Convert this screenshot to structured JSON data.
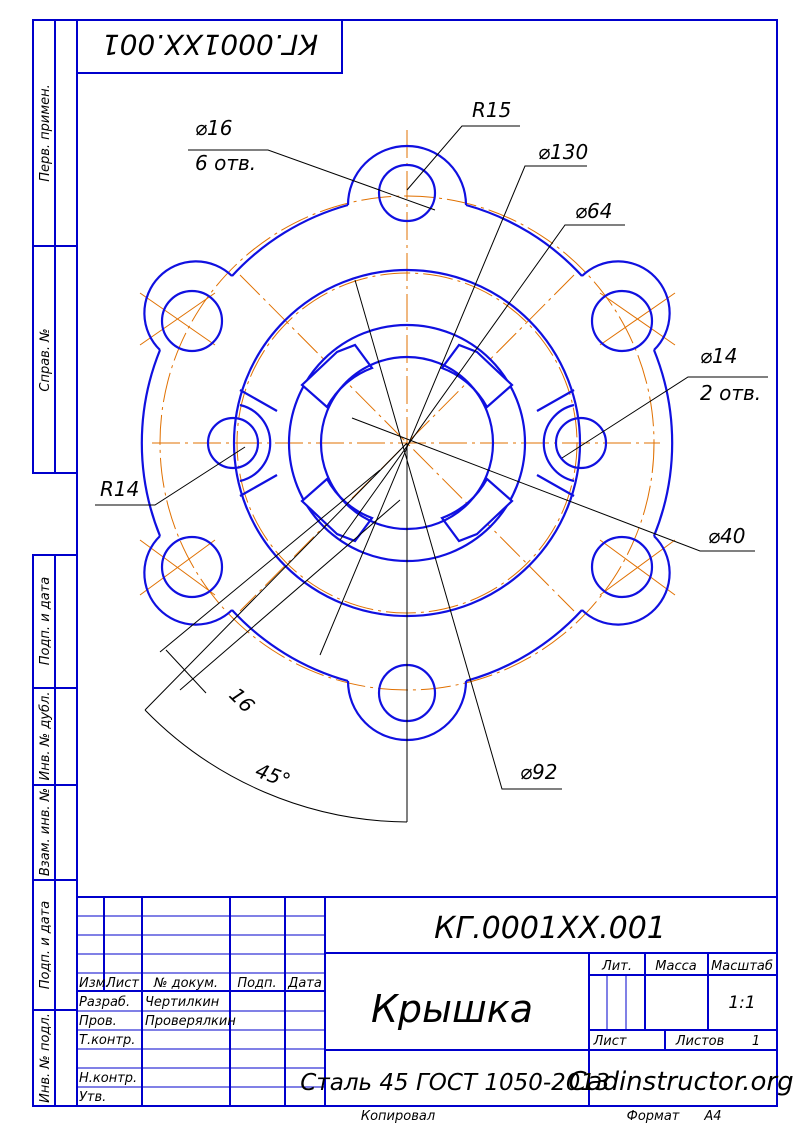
{
  "top_stamp": {
    "designation_mirrored": "КГ.0001XX.001"
  },
  "side_labels": {
    "perv_primen": "Перв. примен.",
    "sprav_no": "Справ. №",
    "podp_data_1": "Подп. и дата",
    "inv_dubl": "Инв. № дубл.",
    "vzam_inv": "Взам. инв. №",
    "podp_data_2": "Подп. и дата",
    "inv_podl": "Инв. № подл."
  },
  "dimensions": {
    "holes6": {
      "diameter": "⌀16",
      "count": "6 отв."
    },
    "r15": "R15",
    "d130": "⌀130",
    "d64": "⌀64",
    "holes2": {
      "diameter": "⌀14",
      "count": "2 отв."
    },
    "d40": "⌀40",
    "r14": "R14",
    "d92": "⌀92",
    "width16": "16",
    "angle": "45°"
  },
  "title_block": {
    "designation": "КГ.0001XX.001",
    "part_name": "Крышка",
    "material": "Сталь 45 ГОСТ 1050-2013",
    "organization": "Cadinstructor.org",
    "headers": {
      "izm": "Изм.",
      "list": "Лист",
      "doc_no": "№ докум.",
      "sign": "Подп.",
      "date": "Дата",
      "lit": "Лит.",
      "mass": "Масса",
      "scale": "Масштаб",
      "sheet": "Лист",
      "sheets": "Листов"
    },
    "scale_value": "1:1",
    "sheets_value": "1",
    "roles": {
      "developed": "Разраб.",
      "checked": "Пров.",
      "tcontrol": "Т.контр.",
      "ncontrol": "Н.контр.",
      "approved": "Утв."
    },
    "names": {
      "developer": "Чертилкин",
      "checker": "Проверялкин"
    }
  },
  "footer": {
    "copied": "Копировал",
    "format_label": "Формат",
    "format_value": "А4"
  },
  "colors": {
    "frame": "#0000cc",
    "contour": "#1010e0",
    "centerline": "#e07000",
    "dimension": "#000000"
  }
}
